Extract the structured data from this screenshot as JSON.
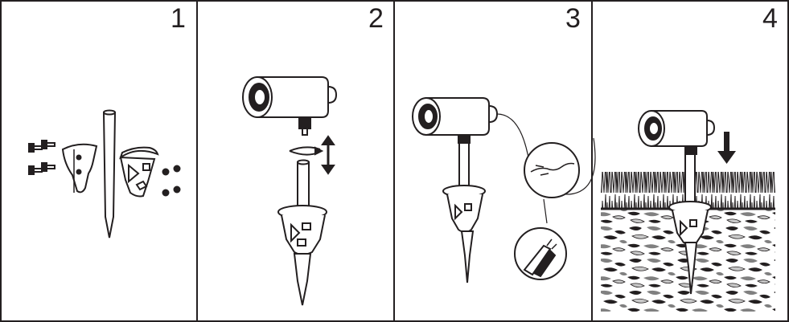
{
  "steps": [
    {
      "number": "1"
    },
    {
      "number": "2"
    },
    {
      "number": "3"
    },
    {
      "number": "4"
    }
  ],
  "colors": {
    "line": "#231f20",
    "fill": "#ffffff",
    "soil_dark": "#231f20",
    "soil_mid": "#808080",
    "soil_light": "#c8c8c8"
  },
  "icons": [
    "screws",
    "mounting-bracket",
    "ground-spike",
    "nuts",
    "spotlight",
    "rotate-arrow",
    "vertical-arrow",
    "wire-connector",
    "down-arrow",
    "grass",
    "soil"
  ]
}
